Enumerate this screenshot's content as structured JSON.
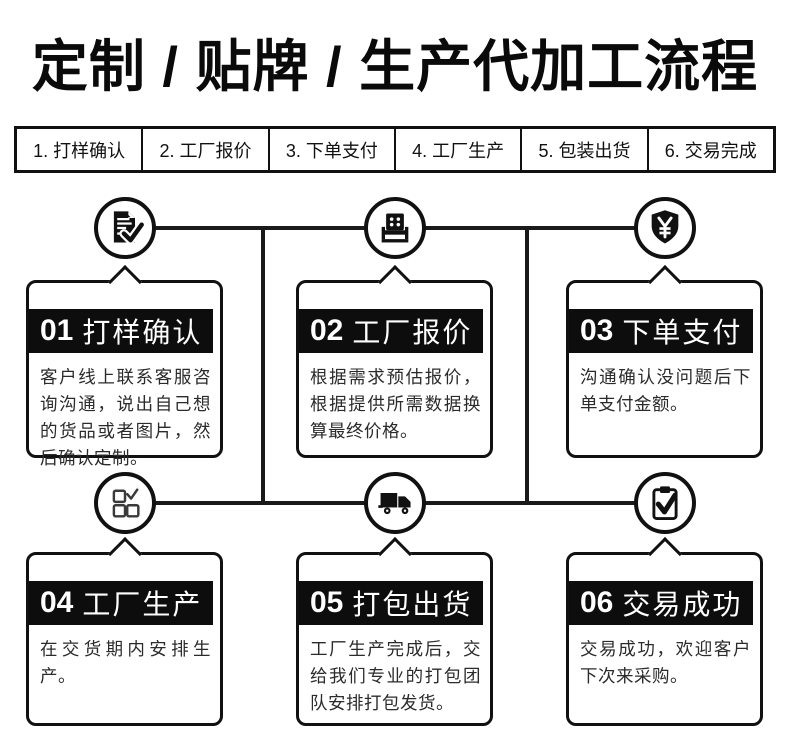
{
  "title": "定制 / 贴牌 / 生产代加工流程",
  "steps": [
    "1. 打样确认",
    "2. 工厂报价",
    "3. 下单支付",
    "4. 工厂生产",
    "5. 包装出货",
    "6. 交易完成"
  ],
  "cards": [
    {
      "num": "01",
      "title": "打样确认",
      "body": "客户线上联系客服咨询沟通，说出自己想的货品或者图片，然后确认定制。",
      "icon": "document-check-icon"
    },
    {
      "num": "02",
      "title": "工厂报价",
      "body": "根据需求预估报价，根据提供所需数据换算最终价格。",
      "icon": "printer-icon"
    },
    {
      "num": "03",
      "title": "下单支付",
      "body": "沟通确认没问题后下单支付金额。",
      "icon": "yen-shield-icon"
    },
    {
      "num": "04",
      "title": "工厂生产",
      "body": "在交货期内安排生产。",
      "icon": "checklist-icon"
    },
    {
      "num": "05",
      "title": "打包出货",
      "body": "工厂生产完成后，交给我们专业的打包团队安排打包发货。",
      "icon": "truck-icon"
    },
    {
      "num": "06",
      "title": "交易成功",
      "body": "交易成功，欢迎客户下次来采购。",
      "icon": "clipboard-check-icon"
    }
  ],
  "colors": {
    "accent": "#111111",
    "band": "#0d0d0d",
    "body_text": "#2b2b2b",
    "background": "#ffffff"
  }
}
